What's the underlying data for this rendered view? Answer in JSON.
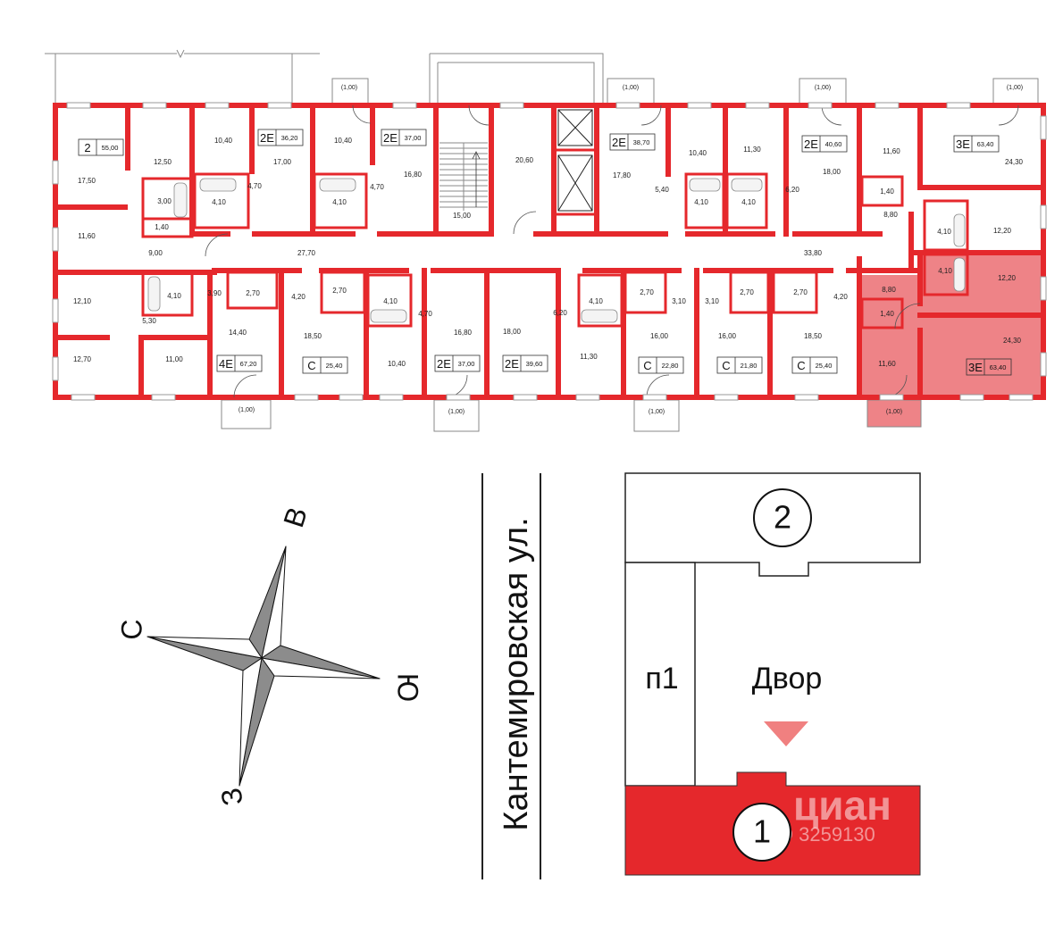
{
  "floor_plan": {
    "rooms": [
      "17,50",
      "12,50",
      "3,00",
      "1,40",
      "11,60",
      "9,00",
      "10,40",
      "17,00",
      "4,70",
      "4,10",
      "10,40",
      "4,10",
      "16,80",
      "4,70",
      "15,00",
      "20,60",
      "17,80",
      "5,40",
      "10,40",
      "4,10",
      "11,30",
      "4,10",
      "6,20",
      "18,00",
      "11,60",
      "24,30",
      "1,40",
      "8,80",
      "4,10",
      "12,20",
      "27,70",
      "33,80",
      "12,10",
      "4,10",
      "3,90",
      "2,70",
      "4,20",
      "2,70",
      "4,10",
      "4,70",
      "5,30",
      "14,40",
      "18,50",
      "16,80",
      "18,00",
      "6,20",
      "4,10",
      "2,70",
      "3,10",
      "3,10",
      "2,70",
      "2,70",
      "4,20",
      "11,30",
      "16,00",
      "16,00",
      "18,50",
      "12,70",
      "11,00",
      "10,40",
      "8,80",
      "1,40",
      "4,10",
      "12,20",
      "24,30",
      "11,60"
    ],
    "apartments": [
      {
        "type": "2",
        "area": "55,00"
      },
      {
        "type": "2Е",
        "area": "36,20"
      },
      {
        "type": "2Е",
        "area": "37,00"
      },
      {
        "type": "2Е",
        "area": "38,70"
      },
      {
        "type": "2Е",
        "area": "40,60"
      },
      {
        "type": "3Е",
        "area": "63,40"
      },
      {
        "type": "4Е",
        "area": "67,20"
      },
      {
        "type": "С",
        "area": "25,40"
      },
      {
        "type": "2Е",
        "area": "37,00"
      },
      {
        "type": "2Е",
        "area": "39,60"
      },
      {
        "type": "С",
        "area": "22,80"
      },
      {
        "type": "С",
        "area": "21,80"
      },
      {
        "type": "С",
        "area": "25,40"
      },
      {
        "type": "3Е",
        "area": "63,40"
      }
    ],
    "balconies": [
      "(1,00)",
      "(1,00)",
      "(1,00)",
      "(1,00)",
      "(1,00)",
      "(1,00)",
      "(1,00)",
      "(1,00)"
    ]
  },
  "compass": {
    "north": "С",
    "east": "В",
    "south": "Ю",
    "west": "З"
  },
  "street": {
    "name": "Кантемировская ул."
  },
  "site_plan": {
    "building_1": "1",
    "building_2": "2",
    "section": "п1",
    "yard": "Двор"
  },
  "watermark": {
    "brand": "циан",
    "id": "ID 3259130"
  },
  "colors": {
    "wall": "#e5282c",
    "selected_apartment": "#ee8387",
    "building_1": "#e5282c",
    "pointer": "#f08080"
  }
}
